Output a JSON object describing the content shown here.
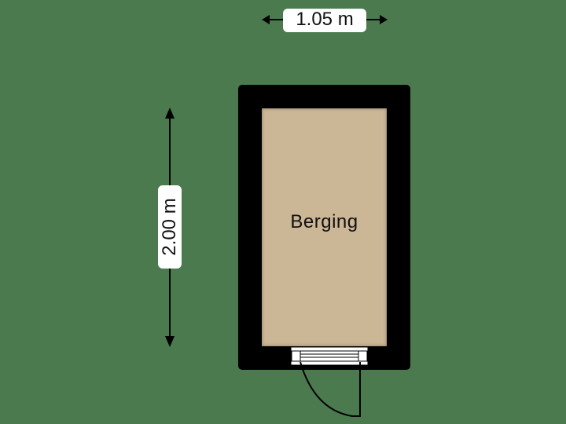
{
  "dimensions": {
    "width_label": "1.05 m",
    "height_label": "2.00 m"
  },
  "room": {
    "name": "Berging",
    "floor_color": "#cbb696",
    "wall_color": "#000000"
  },
  "background_color": "#4a7a4e"
}
